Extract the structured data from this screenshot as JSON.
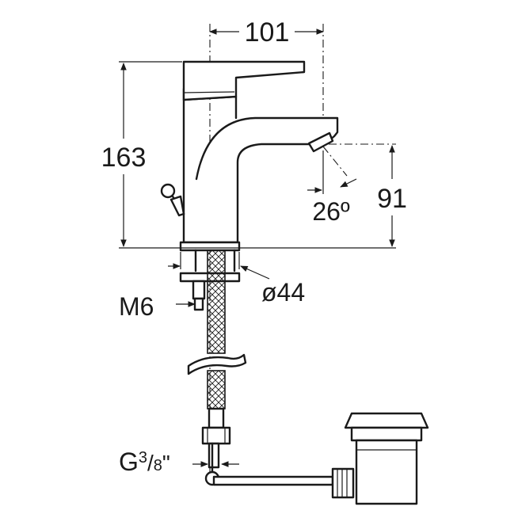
{
  "dimensions": {
    "width_total": "101",
    "height_total": "163",
    "spout_height": "91",
    "spout_angle": "26º",
    "base_diameter": "ø44",
    "stud_thread": "M6",
    "hose_connection_prefix": "G",
    "hose_connection_numerator": "3",
    "hose_connection_denominator": "8",
    "hose_connection_suffix": "\""
  },
  "colors": {
    "line": "#1a1a1a",
    "background": "#ffffff"
  }
}
